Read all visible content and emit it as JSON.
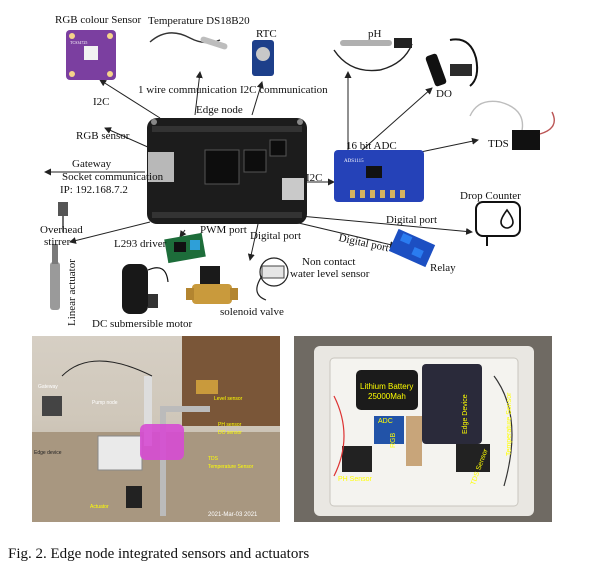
{
  "diagram": {
    "labels": {
      "rgb_colour_sensor": "RGB colour Sensor",
      "temperature": "Temperature DS18B20",
      "rtc": "RTC",
      "ph": "pH",
      "i2c_left": "I2C",
      "one_wire": "1 wire communication",
      "i2c_comm": "I2C communication",
      "do": "DO",
      "edge_node": "Edge node",
      "rgb_sensor": "RGB sensor",
      "adc": "16 bit ADC",
      "tds": "TDS",
      "gateway": "Gateway",
      "socket": "Socket communication",
      "ip": "IP: 192.168.7.2",
      "i2c_right": "I2C",
      "drop_counter": "Drop Counter",
      "digital_port_right": "Digital port",
      "overhead_stirrer_1": "Overhead",
      "overhead_stirrer_2": "stirrer",
      "pwm_port": "PWM port",
      "digital_port_mid": "Digital port",
      "digital_port_lower": "Digital port",
      "l293": "L293 driver",
      "relay": "Relay",
      "non_contact_1": "Non contact",
      "non_contact_2": "water level sensor",
      "linear_actuator": "Linear actuator",
      "dc_motor": "DC submersible motor",
      "solenoid": "solenoid valve"
    },
    "chip_text": {
      "rgb_chip": "TCS34725",
      "adc_chip": "ADS1115"
    }
  },
  "photos": {
    "left_tags": {
      "gateway": "Gateway",
      "pump_node": "Pump node",
      "edge_device": "Edge device",
      "level_sensor": "Level sensor",
      "ph_sensor": "PH sensor",
      "do_sensor": "DO sensor",
      "tds": "TDS",
      "temp_sensor": "Temperature Sensor",
      "actuator": "Actuator"
    },
    "left_timestamp": "2021-Mar-03 2021",
    "right_tags": {
      "battery_1": "Lithium Battery",
      "battery_2": "25000Mah",
      "adc": "ADC",
      "rgb": "RGB",
      "ph": "PH Sensor",
      "tds": "TDS Sensor",
      "temp": "Temperature Sensor",
      "edge": "Edge Device"
    }
  },
  "caption": "Fig. 2.  Edge node integrated sensors and actuators"
}
